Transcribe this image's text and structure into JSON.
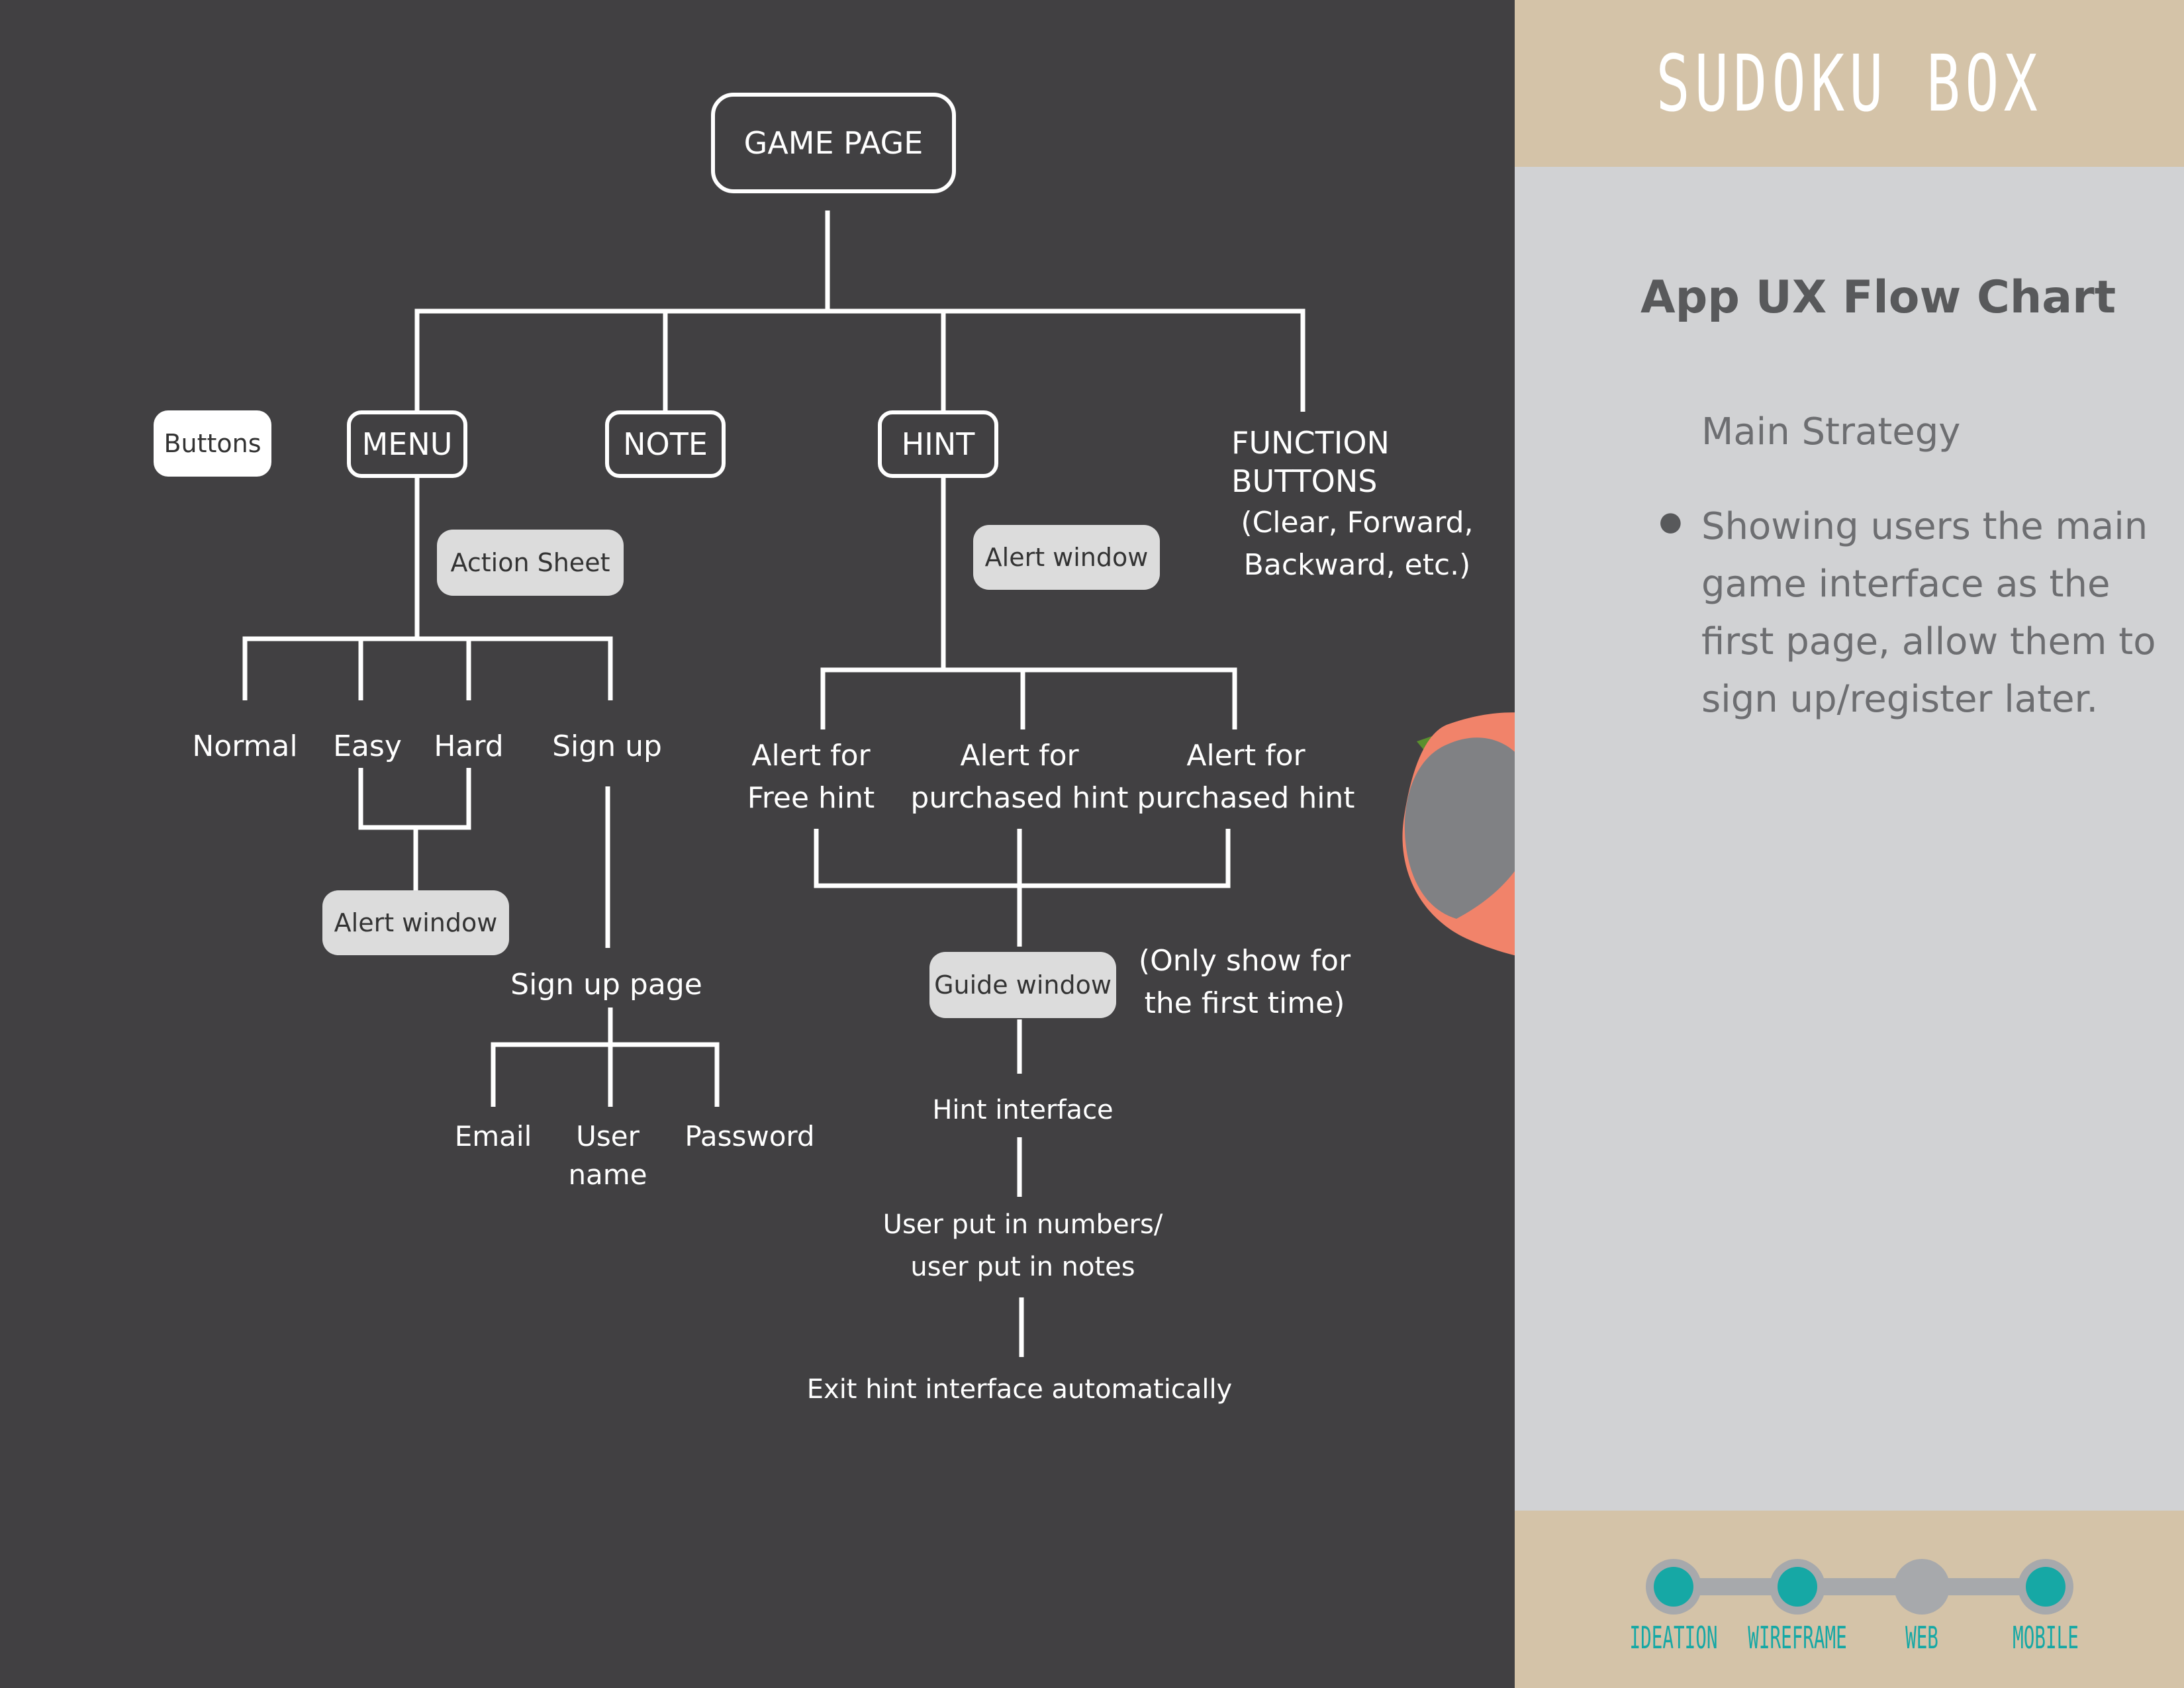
{
  "diagram": {
    "root": "GAME PAGE",
    "buttons_label": "Buttons",
    "menu": "MENU",
    "note": "NOTE",
    "hint": "HINT",
    "function_buttons": "FUNCTION\nBUTTONS",
    "function_detail": "(Clear, Forward,\nBackward, etc.)",
    "action_sheet": "Action Sheet",
    "menu_items": [
      "Normal",
      "Easy",
      "Hard",
      "Sign up"
    ],
    "menu_alert": "Alert window",
    "signup_page": "Sign up page",
    "signup_fields": [
      "Email",
      "User\nname",
      "Password"
    ],
    "hint_alert": "Alert window",
    "hint_alerts": [
      "Alert for\nFree hint",
      "Alert for\npurchased hint",
      "Alert for\npurchased hint"
    ],
    "guide_window": "Guide window",
    "guide_note": "(Only show for\nthe first time)",
    "hint_interface": "Hint interface",
    "user_input": "User put in numbers/\nuser put in notes",
    "exit": "Exit hint interface automatically"
  },
  "sidebar": {
    "title": "SUDOKU BOX",
    "heading": "App UX Flow Chart",
    "subheading": "Main Strategy",
    "bullet": "Showing users the main game interface as the first page, allow them to sign up/register later.",
    "steps": [
      "IDEATION",
      "WIREFRAME",
      "WEB",
      "MOBILE"
    ],
    "colors": {
      "accent": "#16a8a5",
      "inactive": "#a7a9ac",
      "header": "#d4c3a8"
    }
  }
}
